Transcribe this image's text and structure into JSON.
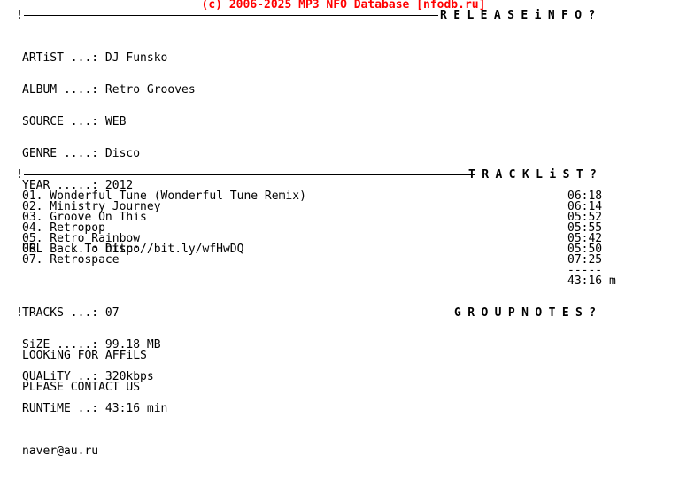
{
  "header": {
    "credit": "(c) 2006-2025 MP3 NFO Database [nfodb.ru]",
    "colors": {
      "credit": "#ff0000",
      "text": "#000000",
      "background": "#ffffff"
    }
  },
  "separator_mark": "!",
  "release_info": {
    "section_title": "RELEASEiNFO?",
    "rows": [
      {
        "label": "ARTiST ...:",
        "value": "DJ Funsko"
      },
      {
        "label": "ALBUM ....:",
        "value": "Retro Grooves"
      },
      {
        "label": "SOURCE ...:",
        "value": "WEB"
      },
      {
        "label": "GENRE ....:",
        "value": "Disco"
      },
      {
        "label": "YEAR .....:",
        "value": "2012"
      }
    ],
    "url": {
      "label": "URL ......:",
      "value": "http://bit.ly/wfHwDQ"
    },
    "stats": [
      {
        "label": "TRACKS ...:",
        "value": "07"
      },
      {
        "label": "SiZE .....:",
        "value": "99.18 MB"
      },
      {
        "label": "QUALiTY ..:",
        "value": "320kbps"
      },
      {
        "label": "RUNTiME ..:",
        "value": "43:16 min"
      }
    ]
  },
  "tracklist": {
    "section_title": "TRACKLiST?",
    "tracks": [
      {
        "name": "01. Wonderful Tune (Wonderful Tune Remix)",
        "time": "06:18"
      },
      {
        "name": "02. Ministry Journey",
        "time": "06:14"
      },
      {
        "name": "03. Groove On This",
        "time": "05:52"
      },
      {
        "name": "04. Retropop",
        "time": "05:55"
      },
      {
        "name": "05. Retro Rainbow",
        "time": "05:42"
      },
      {
        "name": "06. Back To Disco",
        "time": "05:50"
      },
      {
        "name": "07. Retrospace",
        "time": "07:25"
      }
    ],
    "divider": "-----",
    "total": "43:16 m"
  },
  "group_notes": {
    "section_title": "GROUPNOTES?",
    "lines": [
      "LOOKiNG FOR AFFiLS",
      "PLEASE CONTACT US"
    ],
    "email": "naver@au.ru"
  }
}
